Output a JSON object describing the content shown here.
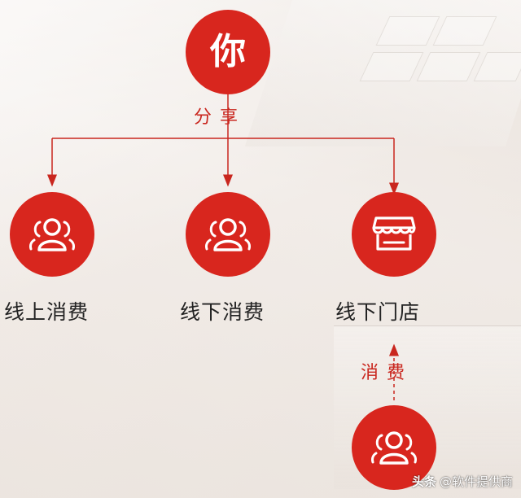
{
  "root": {
    "label": "你"
  },
  "edges": {
    "share_label": "分享",
    "consume_label": "消费"
  },
  "nodes": [
    {
      "label": "线上消费",
      "icon": "people-icon"
    },
    {
      "label": "线下消费",
      "icon": "people-icon"
    },
    {
      "label": "线下门店",
      "icon": "store-icon"
    }
  ],
  "bottom_node": {
    "icon": "people-icon"
  },
  "watermark": {
    "brand": "头条",
    "account": "@软件提供商"
  },
  "colors": {
    "accent": "#d8261e",
    "text": "#222222",
    "background": "#f1ece8"
  }
}
